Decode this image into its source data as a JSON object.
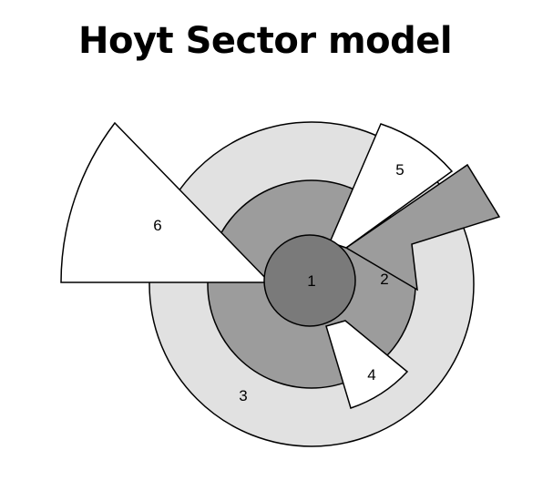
{
  "title": "Hoyt Sector model",
  "colors": {
    "outer_ring": "#e1e1e1",
    "middle_ring": "#9c9c9c",
    "center": "#7a7a7a",
    "sector": "#ffffff",
    "stroke": "#000000"
  },
  "zones": [
    {
      "id": "1",
      "label": "1"
    },
    {
      "id": "2",
      "label": "2"
    },
    {
      "id": "3",
      "label": "3"
    },
    {
      "id": "4",
      "label": "4"
    },
    {
      "id": "5",
      "label": "5"
    },
    {
      "id": "6",
      "label": "6"
    }
  ]
}
